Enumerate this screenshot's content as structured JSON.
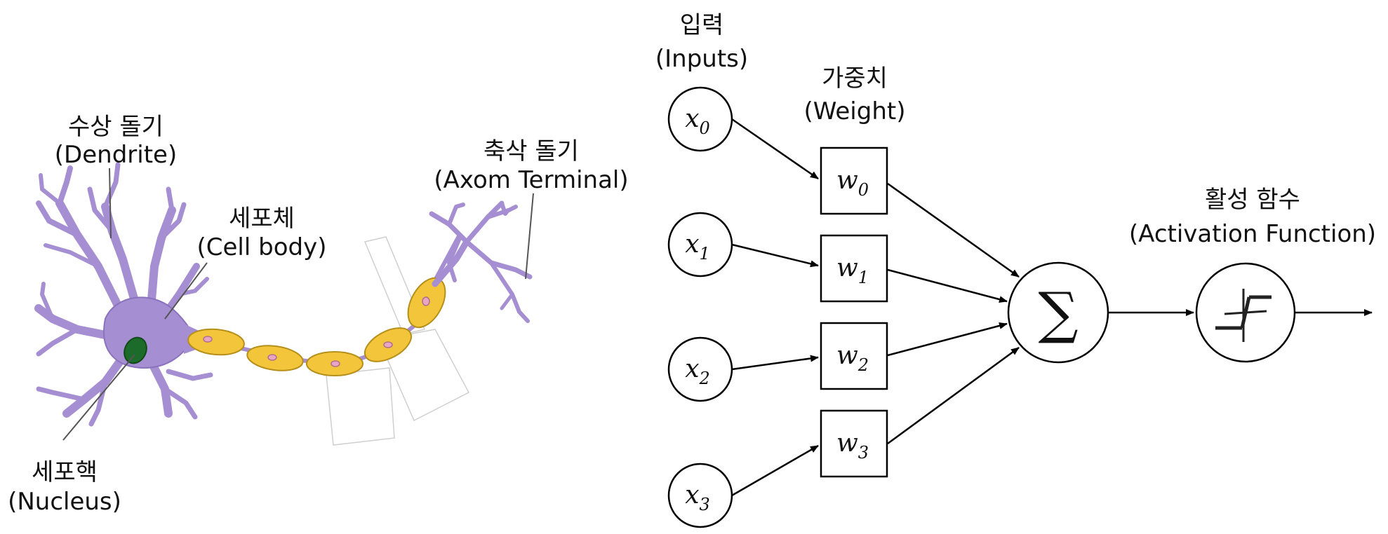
{
  "neuron": {
    "dendrite": {
      "ko": "수상 돌기",
      "en": "(Dendrite)"
    },
    "cell_body": {
      "ko": "세포체",
      "en": "(Cell body)"
    },
    "axon_terminal": {
      "ko": "축삭 돌기",
      "en": "(Axom Terminal)"
    },
    "nucleus": {
      "ko": "세포핵",
      "en": "(Nucleus)"
    },
    "colors": {
      "neuron": "#a58ed2",
      "myelin": "#f2c53a",
      "nucleus": "#1d6b2a"
    }
  },
  "perceptron": {
    "inputs_title": {
      "ko": "입력",
      "en": "(Inputs)"
    },
    "weights_title": {
      "ko": "가중치",
      "en": "(Weight)"
    },
    "activation_title": {
      "ko": "활성 함수",
      "en": "(Activation Function)"
    },
    "inputs": [
      {
        "base": "x",
        "sub": "0"
      },
      {
        "base": "x",
        "sub": "1"
      },
      {
        "base": "x",
        "sub": "2"
      },
      {
        "base": "x",
        "sub": "3"
      }
    ],
    "weights": [
      {
        "base": "w",
        "sub": "0"
      },
      {
        "base": "w",
        "sub": "1"
      },
      {
        "base": "w",
        "sub": "2"
      },
      {
        "base": "w",
        "sub": "3"
      }
    ],
    "sum_symbol": "∑"
  }
}
